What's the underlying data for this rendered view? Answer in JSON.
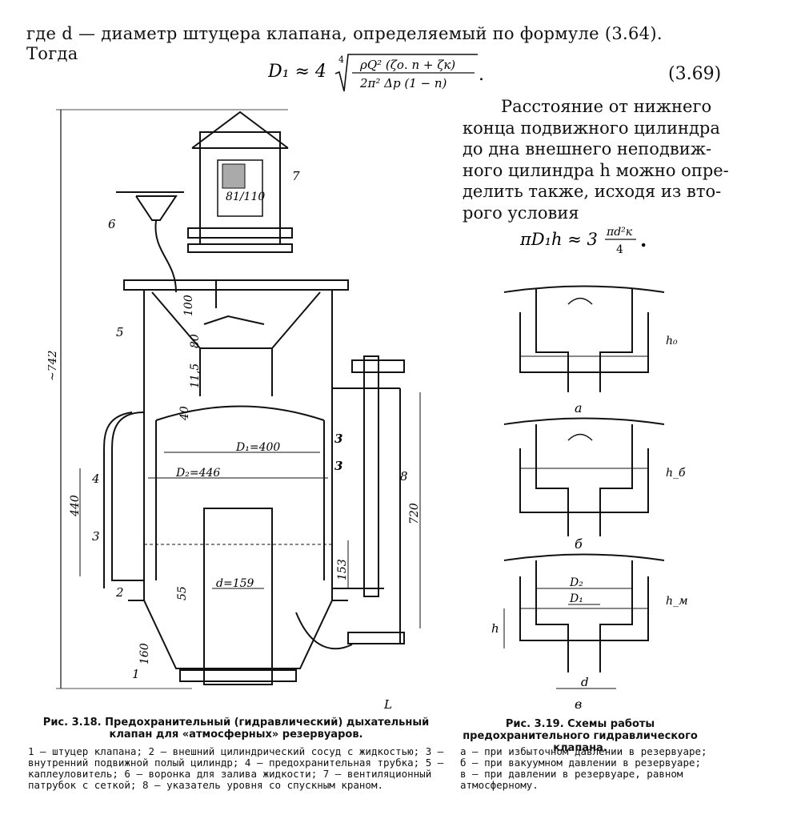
{
  "intro_text": "где d — диаметр штуцера клапана, определяемый по формуле (3.64). Тогда",
  "formula_1": {
    "lhs": "D₁ ≈ 4",
    "root_index": "4",
    "numerator": "ρQ² (ζо. п + ζк)",
    "denominator": "2π² Δp (1 − n)",
    "equation_number": "(3.69)"
  },
  "right_paragraph": [
    "Расстояние от нижнего",
    "конца подвижного цилиндра",
    "до дна внешнего неподвиж-",
    "ного цилиндра h можно опре-",
    "делить также, исходя из вто-",
    "рого условия"
  ],
  "formula_2": {
    "lhs": "πD₁h ≈ 3",
    "numerator": "πd²к",
    "denominator": "4"
  },
  "figure_3_18": {
    "dimensions": {
      "overall_height": "~742",
      "d1": "D₁=400",
      "d2": "D₂=446",
      "d": "d=159",
      "h440": "440",
      "h720": "720",
      "h100": "100",
      "h80": "80",
      "h115": "11,5",
      "h40": "40",
      "h55": "55",
      "h153": "153",
      "h160": "160",
      "box": "81/110"
    },
    "callouts": [
      "1",
      "2",
      "3",
      "4",
      "5",
      "6",
      "7",
      "8"
    ],
    "section_marks": [
      "3",
      "3"
    ],
    "section_symbol": "L"
  },
  "figure_3_19": {
    "panels": [
      {
        "letter": "а",
        "height_label": "h₀"
      },
      {
        "letter": "б",
        "height_label": "h_б"
      },
      {
        "letter": "в",
        "height_label": "h_м"
      }
    ],
    "labels": {
      "d2": "D₂",
      "d1": "D₁",
      "h": "h",
      "d": "d"
    }
  },
  "caption_3_18": {
    "title": "Рис. 3.18. Предохранительный (гидравлический) дыхательный клапан для «атмосферных» резервуаров.",
    "body": "1 — штуцер клапана; 2 — внешний цилиндрический сосуд с жидкостью; 3 — внутренний подвижной полый цилиндр; 4 — предохранительная трубка; 5 — каплеуловитель; 6 — воронка для залива жидкости; 7 — вентиляционный патрубок с сеткой; 8 — указатель уровня со спускным краном."
  },
  "caption_3_19": {
    "title": "Рис. 3.19. Схемы работы предохранительного гидравлического клапана.",
    "body": "а — при избыточном давлении в резервуаре; б — при вакуумном давлении в резервуаре; в — при давлении в резервуаре, равном атмосферному."
  }
}
